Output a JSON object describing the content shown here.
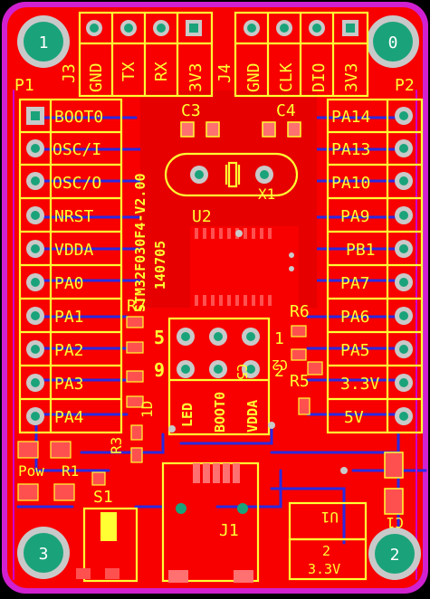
{
  "colors": {
    "board_edge": "#d020d0",
    "copper_top": "#f80000",
    "copper_fill": "#e60000",
    "trace_bottom": "#2a2ae0",
    "silkscreen": "#ffff33",
    "pad_outer": "#c9c9c9",
    "pad_inner": "#1aa37a",
    "background": "#000000"
  },
  "mounting_holes": [
    {
      "label": "1",
      "icon": "mounting-hole-icon"
    },
    {
      "label": "0",
      "icon": "mounting-hole-icon"
    },
    {
      "label": "3",
      "icon": "mounting-hole-icon"
    },
    {
      "label": "2",
      "icon": "mounting-hole-icon"
    }
  ],
  "connectors": {
    "J3": {
      "ref": "J3",
      "pins": [
        "GND",
        "TX",
        "RX",
        "3V3"
      ]
    },
    "J4": {
      "ref": "J4",
      "pins": [
        "GND",
        "CLK",
        "DIO",
        "3V3"
      ]
    },
    "P1": {
      "ref": "P1",
      "pins": [
        "BOOT0",
        "OSC/I",
        "OSC/O",
        "NRST",
        "VDDA",
        "PA0",
        "PA1",
        "PA2",
        "PA3",
        "PA4"
      ]
    },
    "P2": {
      "ref": "P2",
      "pins": [
        "PA14",
        "PA13",
        "PA10",
        "PA9",
        "PB1",
        "PA7",
        "PA6",
        "PA5",
        "3.3V",
        "5V"
      ]
    },
    "J1": {
      "ref": "J1"
    }
  },
  "mcu": {
    "ref": "U2",
    "part": "STM32F030F4-V2.00",
    "date": "140705"
  },
  "components": {
    "C3": "C3",
    "C4": "C4",
    "X1": "X1",
    "R7": "R7",
    "R6": "R6",
    "R5": "R5",
    "R3": "R3",
    "R1": "R1",
    "D1_text": "1D",
    "C5_text": "C5",
    "C2_text": "C2",
    "S1": "S1",
    "U1": "U1",
    "C1": "C1",
    "pow_label": "Pow"
  },
  "header_block": {
    "labels": [
      "LED",
      "BOOT0",
      "VDDA"
    ],
    "pin_marks": [
      "5",
      "9",
      "1",
      "2"
    ]
  },
  "regulator": {
    "pin": "2",
    "voltage": "3.3V"
  }
}
